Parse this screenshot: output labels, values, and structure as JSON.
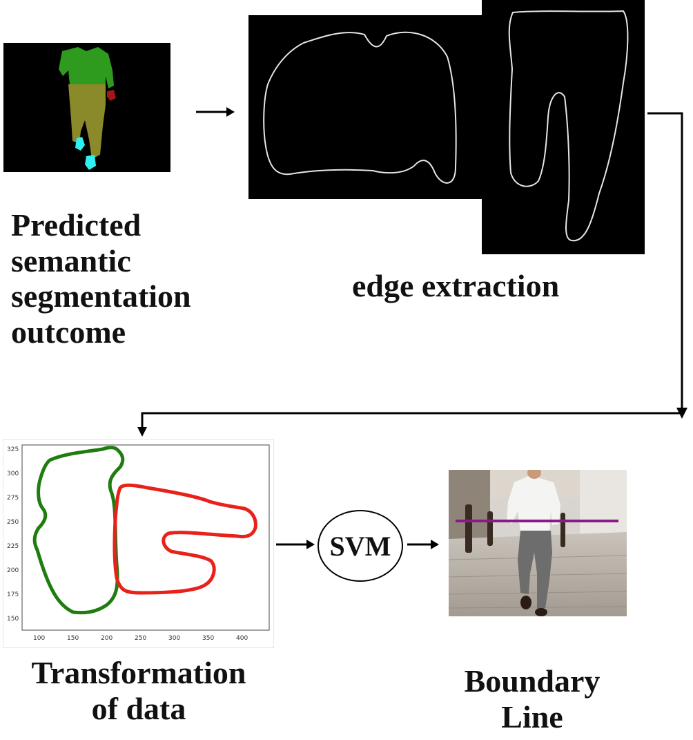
{
  "captions": {
    "segmentation": [
      "Predicted",
      "semantic",
      "segmentation",
      "outcome"
    ],
    "edge": "edge extraction",
    "transform": [
      "Transformation",
      "of data"
    ],
    "boundary": [
      "Boundary",
      "Line"
    ]
  },
  "svm_label": "SVM",
  "plot": {
    "x_ticks": [
      "100",
      "150",
      "200",
      "250",
      "300",
      "350",
      "400"
    ],
    "y_ticks": [
      "325",
      "300",
      "275",
      "250",
      "225",
      "200",
      "175",
      "150"
    ]
  },
  "colors": {
    "torso_green": "#2e9b1f",
    "legs_olive": "#8a8a2a",
    "feet_cyan": "#2ff0f0",
    "hand_red": "#a01818",
    "curve_green": "#1f7d10",
    "curve_red": "#e8221a",
    "boundary_purple": "#8a1a8a"
  }
}
